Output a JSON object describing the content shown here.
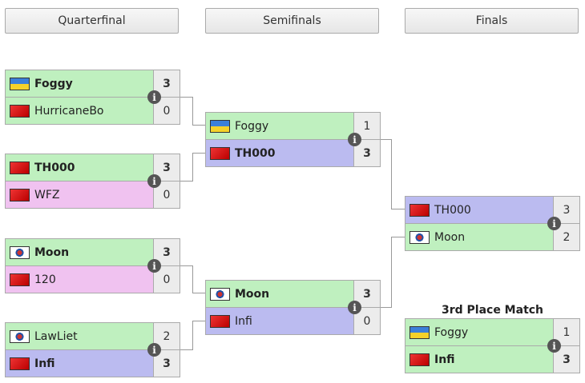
{
  "headers": [
    "Quarterfinal",
    "Semifinals",
    "Finals"
  ],
  "third_place_label": "3rd Place Match",
  "colors": {
    "win": "#bff0bf",
    "loss_purple": "#bbbbf0",
    "loss_pink": "#f0c2f0"
  },
  "info_glyph": "i",
  "matches": [
    {
      "id": "qf1",
      "players": [
        {
          "name": "Foggy",
          "flag": "ua",
          "score": "3",
          "bold": true,
          "bg": "win"
        },
        {
          "name": "HurricaneBo",
          "flag": "cn",
          "score": "0",
          "bold": false,
          "bg": "win"
        }
      ]
    },
    {
      "id": "qf2",
      "players": [
        {
          "name": "TH000",
          "flag": "cn",
          "score": "3",
          "bold": true,
          "bg": "win"
        },
        {
          "name": "WFZ",
          "flag": "cn",
          "score": "0",
          "bold": false,
          "bg": "loss_pink"
        }
      ]
    },
    {
      "id": "qf3",
      "players": [
        {
          "name": "Moon",
          "flag": "kr",
          "score": "3",
          "bold": true,
          "bg": "win"
        },
        {
          "name": "120",
          "flag": "cn",
          "score": "0",
          "bold": false,
          "bg": "loss_pink"
        }
      ]
    },
    {
      "id": "qf4",
      "players": [
        {
          "name": "LawLiet",
          "flag": "kr",
          "score": "2",
          "bold": false,
          "bg": "win"
        },
        {
          "name": "Infi",
          "flag": "cn",
          "score": "3",
          "bold": true,
          "bg": "loss_purple"
        }
      ]
    },
    {
      "id": "sf1",
      "players": [
        {
          "name": "Foggy",
          "flag": "ua",
          "score": "1",
          "bold": false,
          "bg": "win"
        },
        {
          "name": "TH000",
          "flag": "cn",
          "score": "3",
          "bold": true,
          "bg": "loss_purple"
        }
      ]
    },
    {
      "id": "sf2",
      "players": [
        {
          "name": "Moon",
          "flag": "kr",
          "score": "3",
          "bold": true,
          "bg": "win"
        },
        {
          "name": "Infi",
          "flag": "cn",
          "score": "0",
          "bold": false,
          "bg": "loss_purple"
        }
      ]
    },
    {
      "id": "final",
      "players": [
        {
          "name": "TH000",
          "flag": "cn",
          "score": "3",
          "bold": false,
          "bg": "loss_purple"
        },
        {
          "name": "Moon",
          "flag": "kr",
          "score": "2",
          "bold": false,
          "bg": "win"
        }
      ]
    },
    {
      "id": "third",
      "players": [
        {
          "name": "Foggy",
          "flag": "ua",
          "score": "1",
          "bold": false,
          "bg": "win"
        },
        {
          "name": "Infi",
          "flag": "cn",
          "score": "3",
          "bold": true,
          "bg": "win"
        }
      ]
    }
  ]
}
